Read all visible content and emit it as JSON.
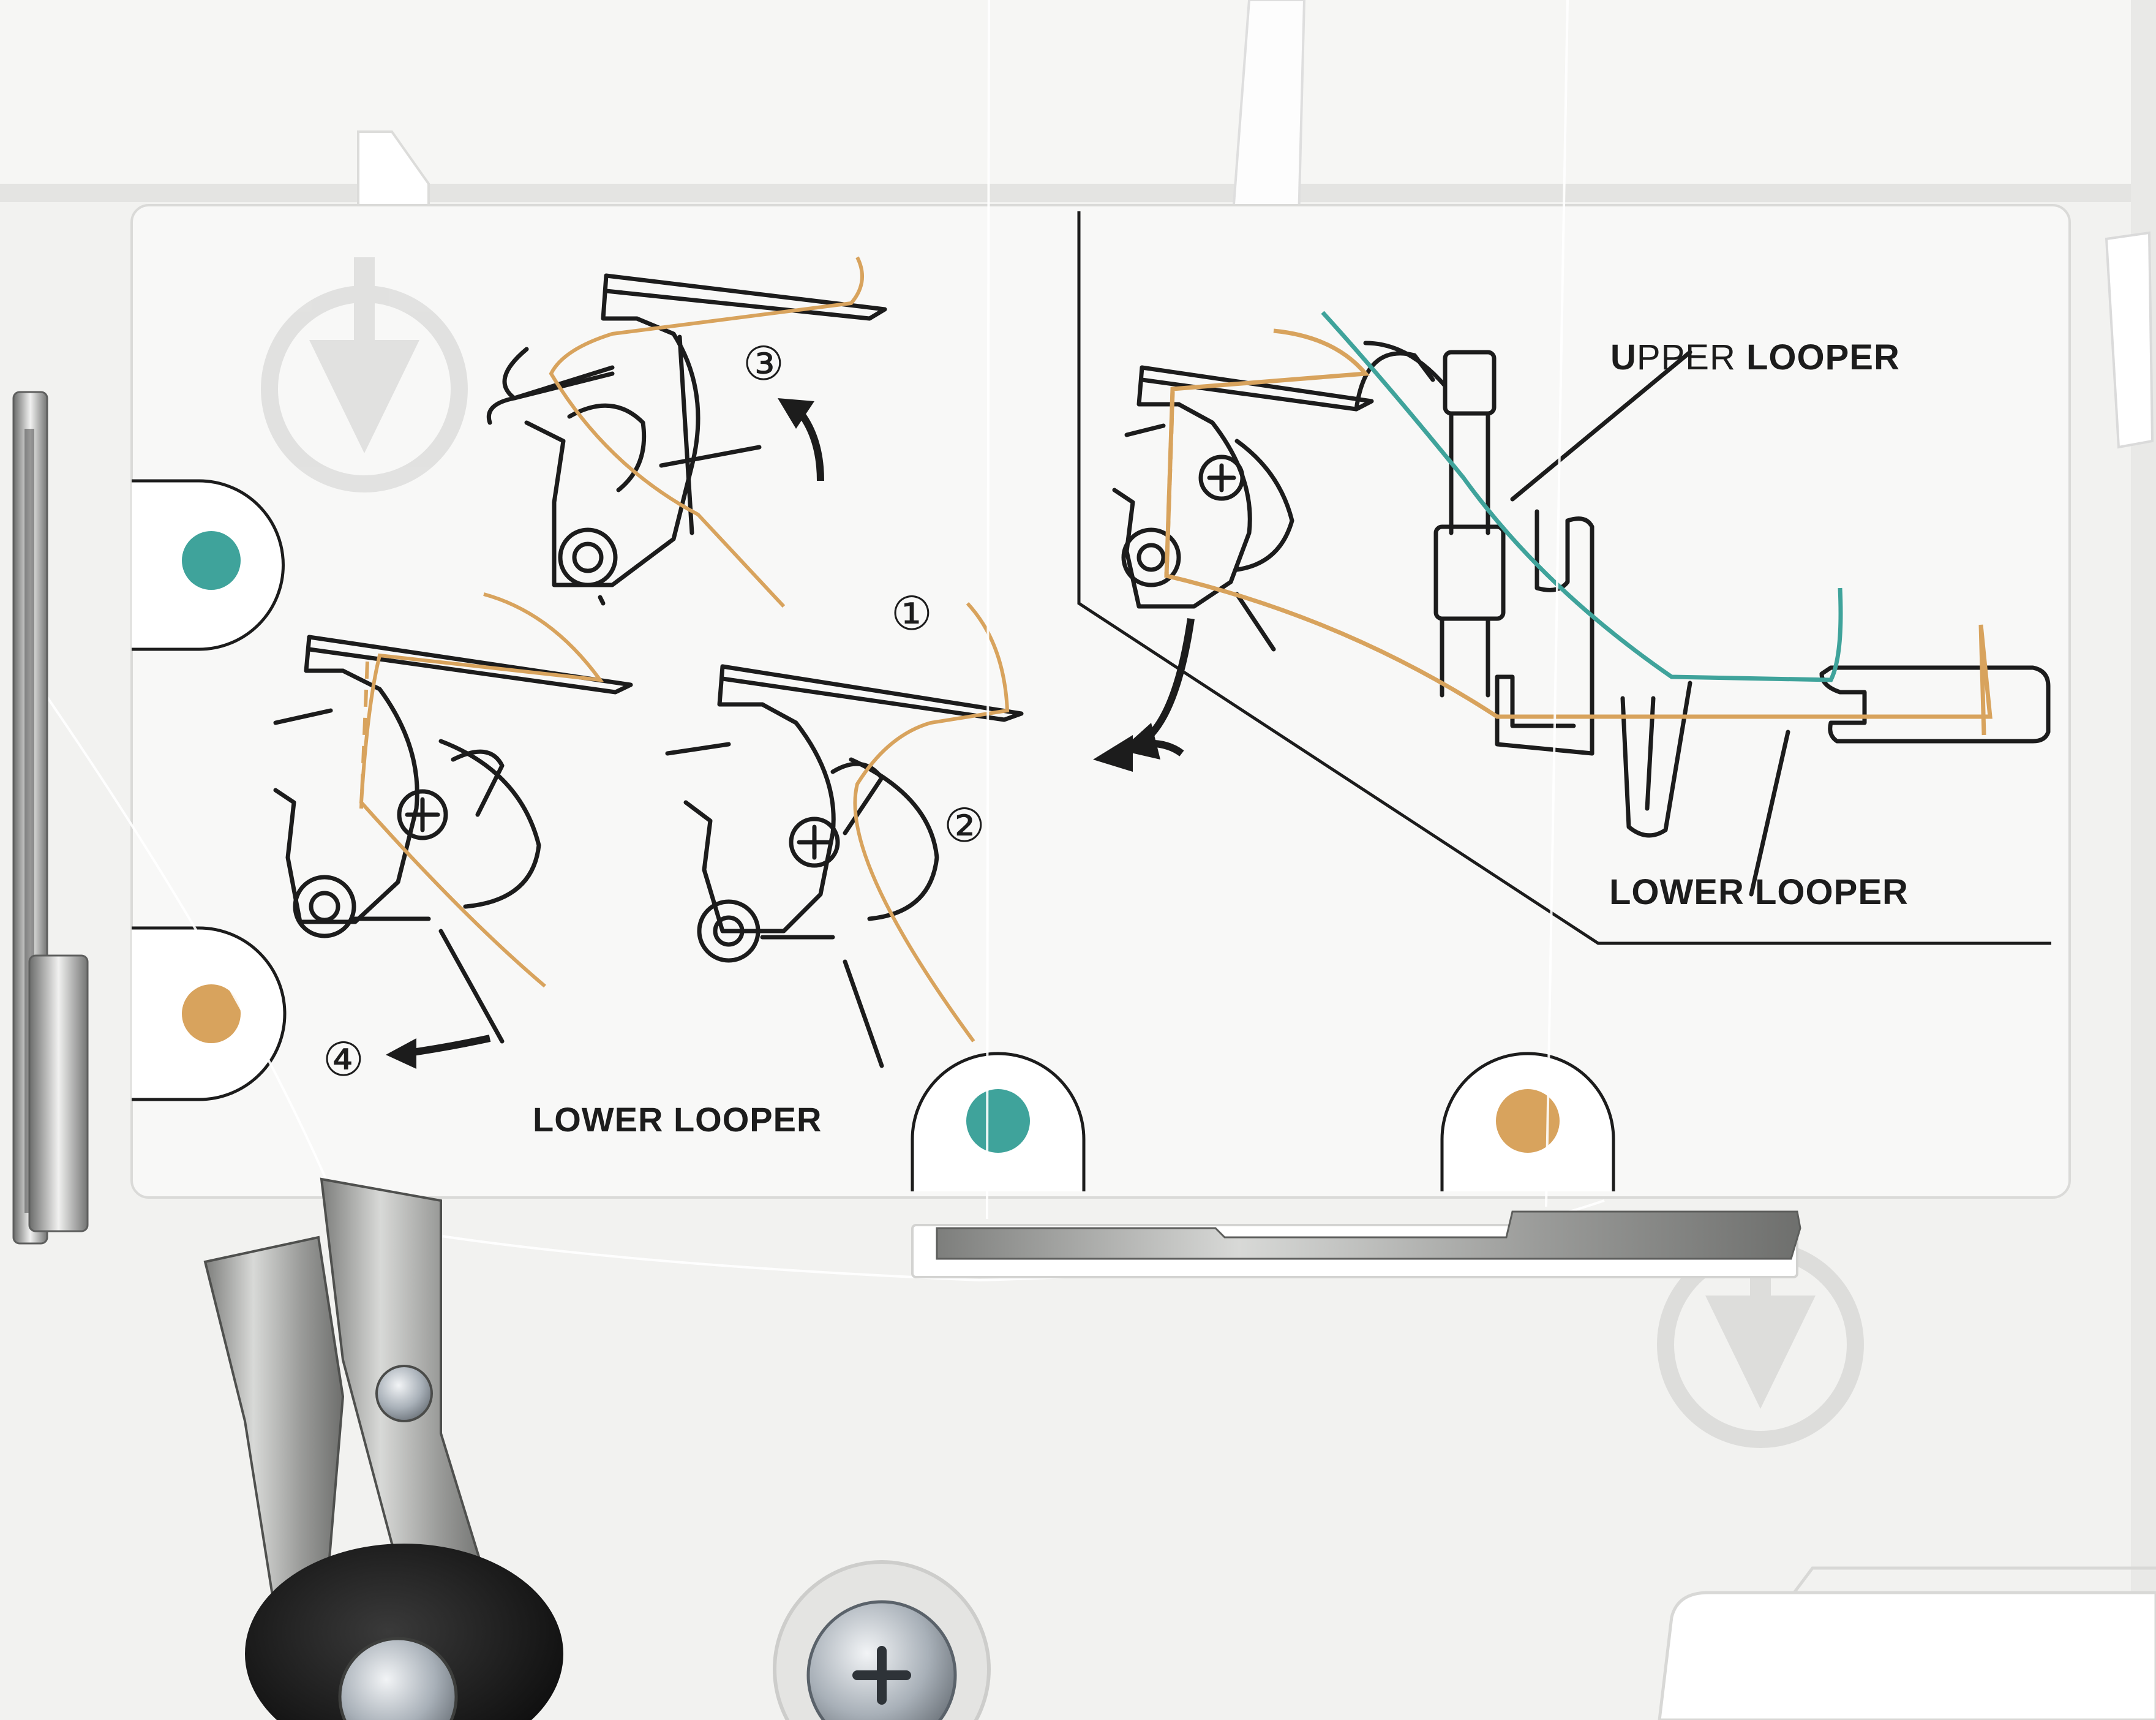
{
  "labels": {
    "lower_looper_left": "LOWER LOOPER",
    "upper_looper_prefix": "U",
    "upper_looper_rest": "PPER ",
    "upper_looper_bold": "LOOPER",
    "lower_looper_right": "LOWER LOOPER"
  },
  "steps": [
    "①",
    "②",
    "③",
    "④"
  ],
  "colors": {
    "upper_looper_thread": "#3fa39b",
    "lower_looper_thread": "#d8a35d",
    "line_art": "#1c1c1c",
    "panel": "#f8f8f7",
    "metal": "#a9aaa8",
    "spindle": "#232323"
  },
  "icons": [
    "down-arrow-icon",
    "down-arrow-icon",
    "curved-arrow-icon",
    "curved-arrow-icon",
    "curved-arrow-icon",
    "curved-arrow-icon"
  ]
}
